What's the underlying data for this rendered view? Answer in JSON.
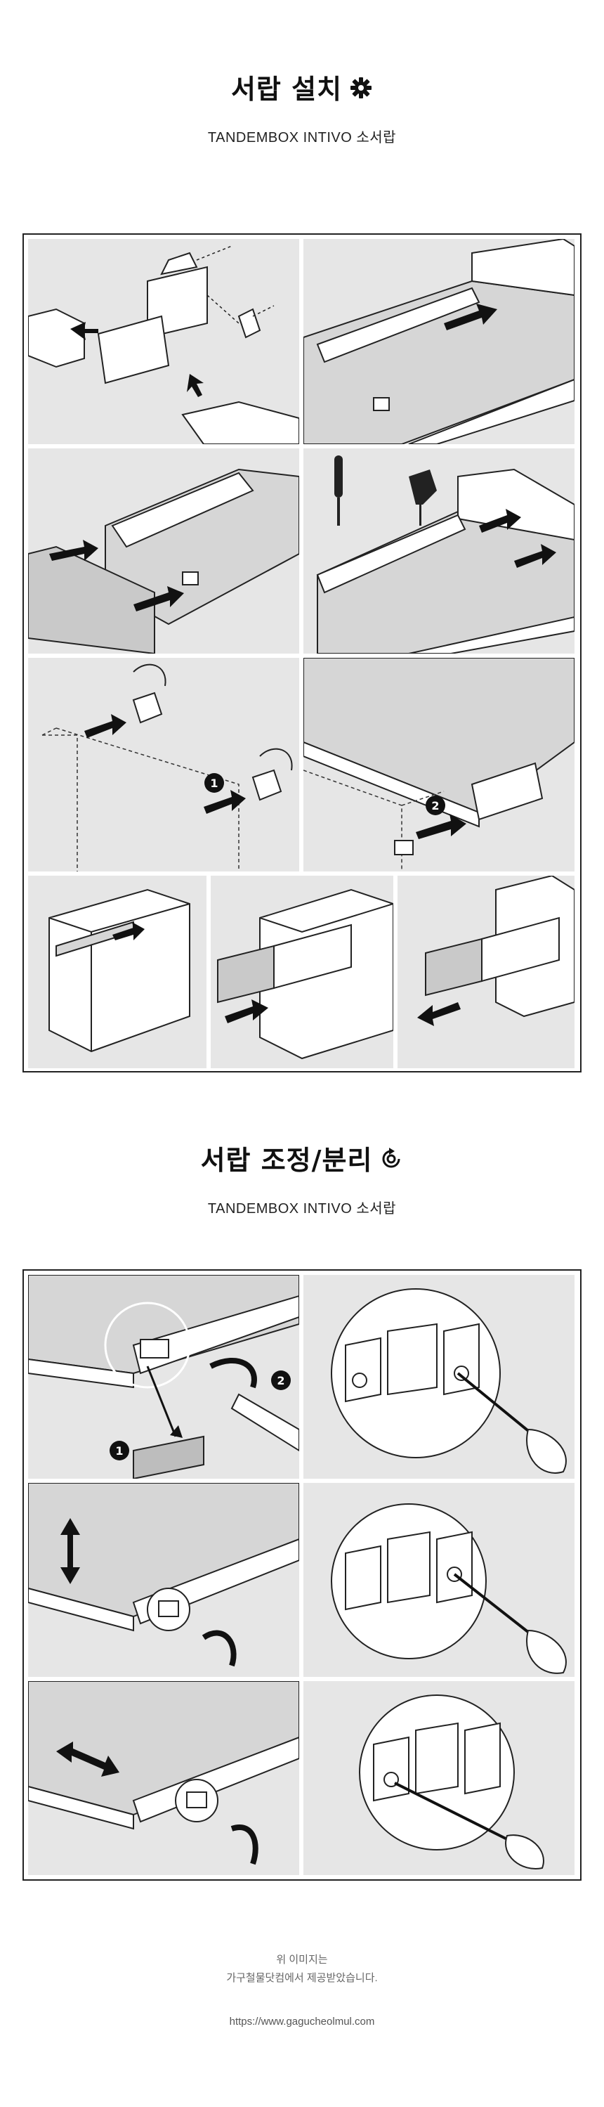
{
  "section_install": {
    "title": "서랍 설치",
    "title_icon": "gear-icon",
    "subtitle": "TANDEMBOX INTIVO 소서랍"
  },
  "section_adjust": {
    "title": "서랍 조정/분리",
    "title_icon": "adjust-cycle-icon",
    "subtitle": "TANDEMBOX INTIVO 소서랍"
  },
  "install_steps": {
    "step_a_marker": "1",
    "step_b_marker": "2"
  },
  "adjust_steps": {
    "step_a_marker": "1",
    "step_b_marker": "2"
  },
  "footer": {
    "line1": "위 이미지는",
    "line2": "가구철물닷컴에서 제공받았습니다.",
    "url": "https://www.gagucheolmul.com"
  },
  "colors": {
    "panel_bg": "#e6e6e6",
    "line": "#222222",
    "drawer_fill": "#d0d0d0",
    "frame_border": "#222222"
  }
}
